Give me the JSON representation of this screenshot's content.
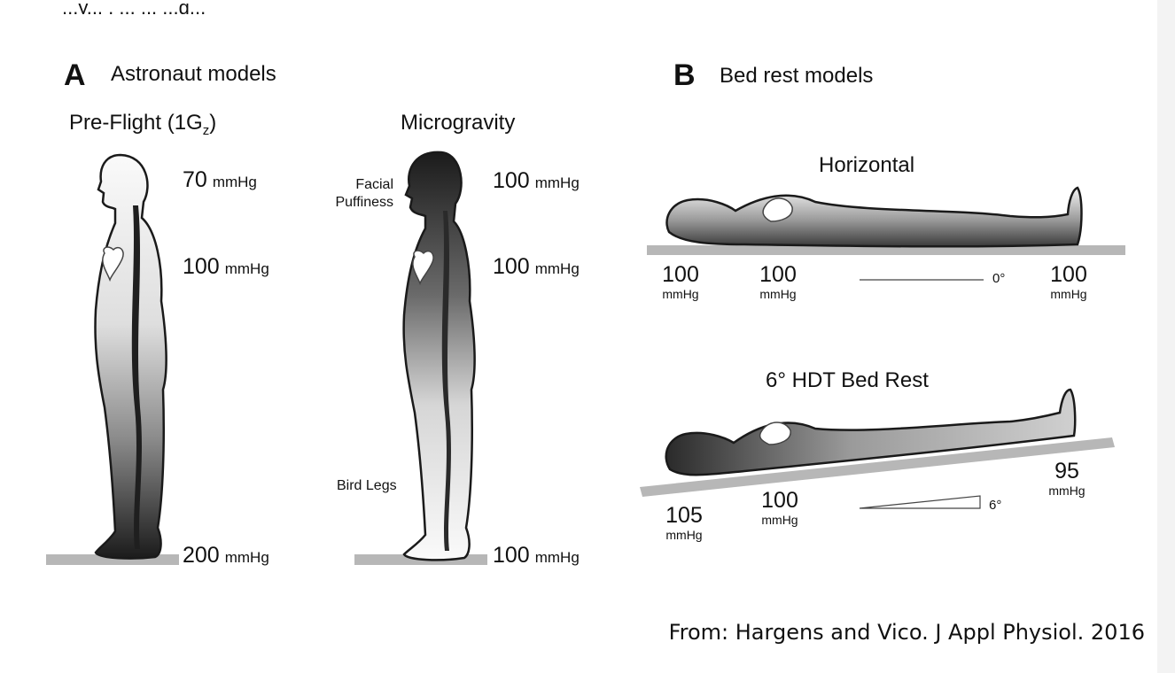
{
  "top_text": "...y... , ... ... ...g...",
  "panel_a": {
    "letter": "A",
    "title": "Astronaut models",
    "preflight": {
      "title": "Pre-Flight (1G",
      "title_sub": "z",
      "title_end": ")",
      "pressures": [
        {
          "value": "70",
          "unit": "mmHg"
        },
        {
          "value": "100",
          "unit": "mmHg"
        },
        {
          "value": "200",
          "unit": "mmHg"
        }
      ]
    },
    "microgravity": {
      "title": "Microgravity",
      "note_face_1": "Facial",
      "note_face_2": "Puffiness",
      "note_legs": "Bird Legs",
      "pressures": [
        {
          "value": "100",
          "unit": "mmHg"
        },
        {
          "value": "100",
          "unit": "mmHg"
        },
        {
          "value": "100",
          "unit": "mmHg"
        }
      ]
    }
  },
  "panel_b": {
    "letter": "B",
    "title": "Bed rest models",
    "horizontal": {
      "title": "Horizontal",
      "angle": "0°",
      "pressures": [
        {
          "value": "100",
          "unit": "mmHg"
        },
        {
          "value": "100",
          "unit": "mmHg"
        },
        {
          "value": "100",
          "unit": "mmHg"
        }
      ]
    },
    "hdt": {
      "title": "6° HDT Bed Rest",
      "angle": "6°",
      "pressures": [
        {
          "value": "105",
          "unit": "mmHg"
        },
        {
          "value": "100",
          "unit": "mmHg"
        },
        {
          "value": "95",
          "unit": "mmHg"
        }
      ]
    }
  },
  "citation": "From: Hargens and Vico. J Appl Physiol. 2016",
  "colors": {
    "ground": "#b7b7b7",
    "body_dark": "#1b1b1b",
    "body_light": "#fafafa",
    "outline": "#1a1a1a"
  }
}
